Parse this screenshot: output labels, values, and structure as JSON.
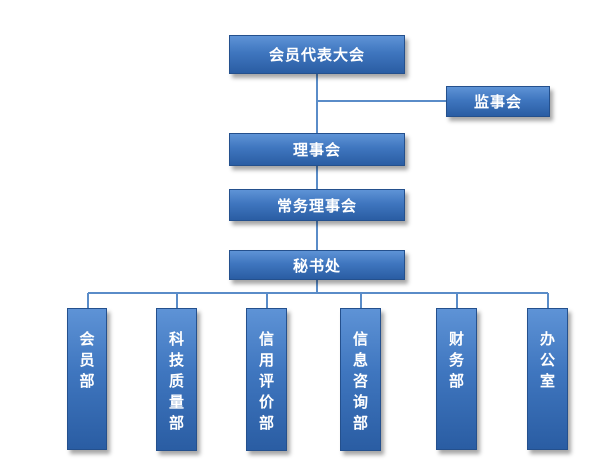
{
  "org_chart": {
    "top": "会员代表大会",
    "supervisory": "监事会",
    "council": "理事会",
    "standing_council": "常务理事会",
    "secretariat": "秘书处",
    "departments": [
      "会员部",
      "科技质量部",
      "信用评价部",
      "信息咨询部",
      "财务部",
      "办公室"
    ]
  }
}
